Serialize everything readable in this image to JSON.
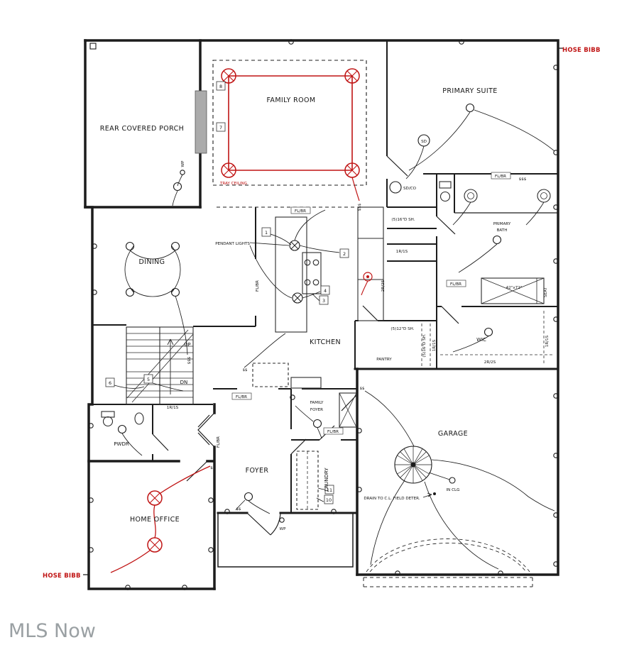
{
  "watermark": "MLS Now",
  "colors": {
    "wire_red": "#c01414",
    "wall": "#1c1c1c",
    "watermark_gray": "#9aa0a3"
  },
  "notes": {
    "hose_bibb": "HOSE BIBB",
    "drain": "DRAIN TO C.L. FIELD DETER.",
    "in_clg": "IN CLG",
    "tray_ceiling": "TRAY CEILING",
    "pendant_lights": "PENDANT LIGHTS"
  },
  "rooms": {
    "rear_covered_porch": "REAR COVERED PORCH",
    "family_room": "FAMILY ROOM",
    "primary_suite": "PRIMARY SUITE",
    "dining": "DINING",
    "kitchen": "KITCHEN",
    "pantry": "PANTRY",
    "primary_bath_l1": "PRIMARY",
    "primary_bath_l2": "BATH",
    "wic": "WIC",
    "family_foyer_l1": "FAMILY",
    "family_foyer_l2": "FOYER",
    "garage": "GARAGE",
    "foyer": "FOYER",
    "laundry": "LAUNDRY",
    "pwdr": "PWDR",
    "home_office": "HOME OFFICE"
  },
  "tags": {
    "fl_br": "FL/BR",
    "r1s1": "1R/1S",
    "r2s2": "2R/2S",
    "sh16": "(5)16\"D SH.",
    "sh12": "(5)12\"D SH.",
    "shower": "42\"x72\"",
    "seat": "SEAT",
    "up": "UP",
    "dn": "DN",
    "wp": "WP",
    "sd": "SD",
    "sdco": "SD/CO",
    "sw3": "$$$",
    "sw2": "$$",
    "sw1": "$"
  },
  "markers": {
    "m1": "1",
    "m2": "2",
    "m3": "3",
    "m4": "4",
    "m5": "5",
    "m6": "6",
    "m7": "7",
    "m8": "8",
    "m10": "10",
    "m11": "11"
  }
}
